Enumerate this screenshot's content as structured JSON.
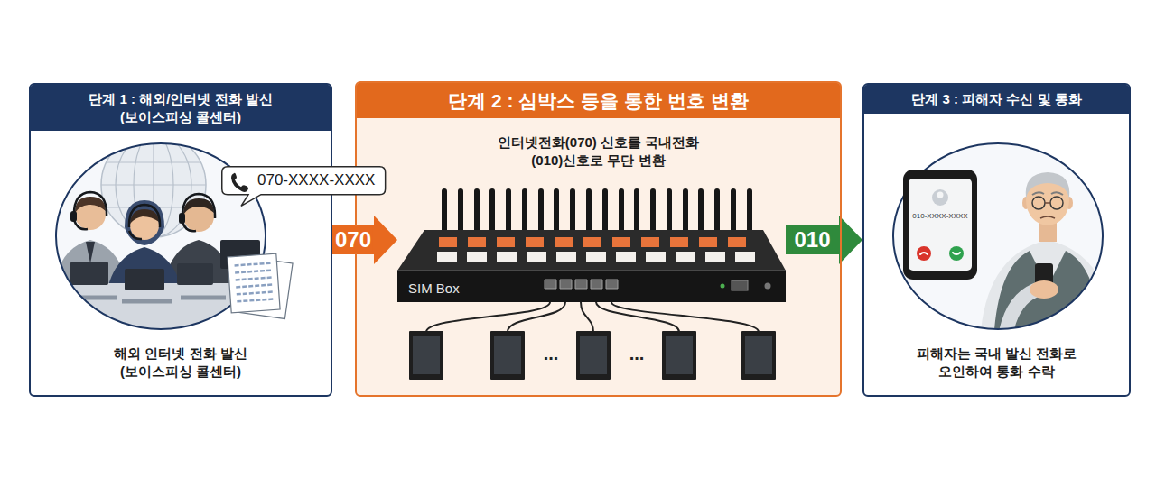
{
  "diagram": {
    "nodes": [
      {
        "text": [
          "단계 1 : 해외/인터넷 전화 발신 (보이스피싱 콜센터)",
          "해외 인터넷 전화 발신(보이스피싱 콜센터)"
        ]
      },
      {
        "text": [
          "070-XXXX-XXXX"
        ],
        "in": 0
      },
      {
        "text": [
          "단계 2 : 심박스 등을 통한 번호 변환",
          "인터넷전화(070) 신호를 국내전화(010)신호로 무단 변환"
        ]
      },
      {
        "text": [
          "SIM Box"
        ],
        "in": 2
      },
      {
        "text": [
          "단계 3 : 피해자 수신 및 통화",
          "피해자는 국내 발신 전화로 오인하여 통화 수락"
        ]
      }
    ],
    "edges": [
      {
        "from": 0,
        "to": 3,
        "label": "070",
        "arrow": "to"
      },
      {
        "from": 3,
        "to": 4,
        "label": "010",
        "arrow": "to"
      }
    ],
    "labels": [
      "...",
      "...",
      "010-XXXX-XXXX"
    ]
  }
}
